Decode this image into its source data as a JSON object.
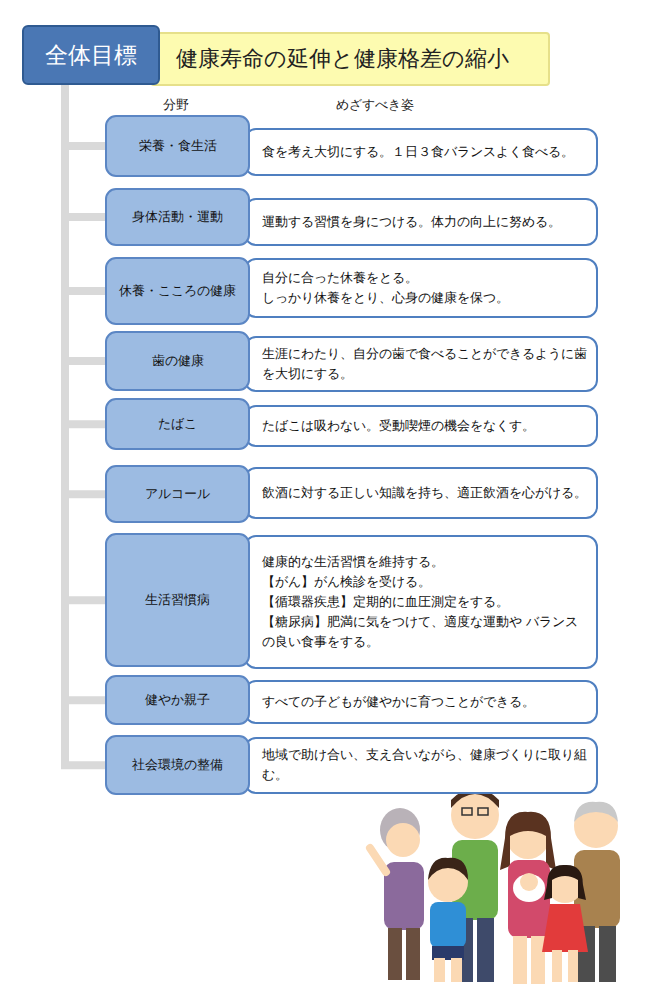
{
  "diagram": {
    "nodes": [
      {
        "text": [
          "全体目標"
        ]
      },
      {
        "text": [
          "健康寿命の延伸と健康格差の縮小"
        ]
      },
      {
        "text": [
          "栄養・食生活"
        ]
      },
      {
        "text": [
          "食を考え大切にする。１日３食バランスよく食べる。"
        ]
      },
      {
        "text": [
          "身体活動・運動"
        ]
      },
      {
        "text": [
          "運動する習慣を身につける。体力の向上に努める。"
        ]
      },
      {
        "text": [
          "休養・こころの健康"
        ]
      },
      {
        "text": [
          "自分に合った休養をとる。",
          "しっかり休養をとり、心身の健康を保つ。"
        ]
      },
      {
        "text": [
          "歯の健康"
        ]
      },
      {
        "text": [
          "生涯にわたり、自分の歯で食べることができるように歯を大切にする。"
        ]
      },
      {
        "text": [
          "たばこ"
        ]
      },
      {
        "text": [
          "たばこは吸わない。受動喫煙の機会をなくす。"
        ]
      },
      {
        "text": [
          "アルコール"
        ]
      },
      {
        "text": [
          "飲酒に対する正しい知識を持ち、適正飲酒を心がける。"
        ]
      },
      {
        "text": [
          "生活習慣病"
        ]
      },
      {
        "text": [
          "健康的な生活習慣を維持する。",
          "【がん】がん検診を受ける。",
          "【循環器疾患】定期的に血圧測定をする。",
          "【糖尿病】肥満に気をつけて、適度な運動や バランスの良い食事をする。"
        ]
      },
      {
        "text": [
          "健やか親子"
        ]
      },
      {
        "text": [
          "すべての子どもが健やかに育つことができる。"
        ]
      },
      {
        "text": [
          "社会環境の整備"
        ]
      },
      {
        "text": [
          "地域で助け合い、支え合いながら、健康づくりに取り組む。"
        ]
      }
    ],
    "edges": [
      {
        "from": 0,
        "to": 2,
        "arrow": "none"
      },
      {
        "from": 0,
        "to": 4,
        "arrow": "none"
      },
      {
        "from": 0,
        "to": 6,
        "arrow": "none"
      },
      {
        "from": 0,
        "to": 8,
        "arrow": "none"
      },
      {
        "from": 0,
        "to": 10,
        "arrow": "none"
      },
      {
        "from": 0,
        "to": 12,
        "arrow": "none"
      },
      {
        "from": 0,
        "to": 14,
        "arrow": "none"
      },
      {
        "from": 0,
        "to": 16,
        "arrow": "none"
      },
      {
        "from": 0,
        "to": 18,
        "arrow": "none"
      }
    ],
    "labels": [
      "分野",
      "めざすべき姿"
    ]
  }
}
